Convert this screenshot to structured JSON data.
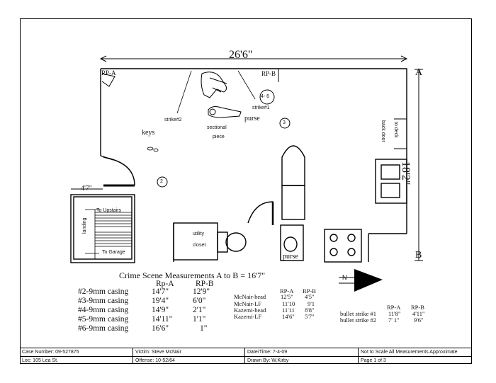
{
  "plan": {
    "width_dim": "26'6\"",
    "height_dim": "18'2\"",
    "left_dim": "4'7\"",
    "rp_a": "RP-A",
    "rp_b": "RP-B",
    "label_a": "A",
    "label_b": "B",
    "strike1": "strike#1",
    "strike2": "strike#2",
    "purse_top": "purse",
    "purse_bottom": "purse",
    "keys": "keys",
    "sectional": "sectional",
    "piece": "piece",
    "marker_2": "2",
    "marker_3": "3",
    "marker_46": "4- 6",
    "back_door": "back door",
    "to_deck": "to deck",
    "to_upstairs": "To Upstairs",
    "to_garage": "To Garage",
    "landing": "landing",
    "utility": "utility",
    "closet": "closet",
    "compass": "N"
  },
  "measurements": {
    "title": "Crime Scene Measurements  A to B = 16'7\"",
    "col_a": "Rp-A",
    "col_b": "RP-B",
    "rows": [
      {
        "label": "#2-9mm casing",
        "a": "14'7\"",
        "b": "12'9\""
      },
      {
        "label": "#3-9mm casing",
        "a": "19'4\"",
        "b": "6'0\""
      },
      {
        "label": "#4-9mm casing",
        "a": "14'9\"",
        "b": "2'1\""
      },
      {
        "label": "#5-9mm casing",
        "a": "14'11\"",
        "b": "1'1\""
      },
      {
        "label": "#6-9mm casing",
        "a": "16'6\"",
        "b": "1\""
      }
    ]
  },
  "bodies": {
    "col_a": "RP-A",
    "col_b": "RP-B",
    "rows": [
      {
        "label": "McNair-head",
        "a": "12'5\"",
        "b": "4'5\""
      },
      {
        "label": "McNair-LF",
        "a": "11'10",
        "b": "9'1"
      },
      {
        "label": "Kazemi-head",
        "a": "11'11",
        "b": "8'8\""
      },
      {
        "label": "Kazemi-LF",
        "a": "14'6\"",
        "b": "5'7\""
      }
    ]
  },
  "strikes": {
    "col_a": "RP-A",
    "col_b": "RP-B",
    "rows": [
      {
        "label": "bullet strike #1",
        "a": "11'8\"",
        "b": "4'11\""
      },
      {
        "label": "bullet strike #2",
        "a": "7' 1\"",
        "b": "9'6\""
      }
    ]
  },
  "footer": {
    "case": "Case Number:  09-527875",
    "victim": "Victim:  Steve McNair",
    "date": "Date/Time:   7-4-09",
    "note": "Not to Scale  All Measurements Approximate",
    "loc": "Loc:  105 Lea St.",
    "offense": "Offense:  10-52/64",
    "drawn": "Drawn By:  W.Kirby",
    "page": "Page 1 of 3"
  }
}
